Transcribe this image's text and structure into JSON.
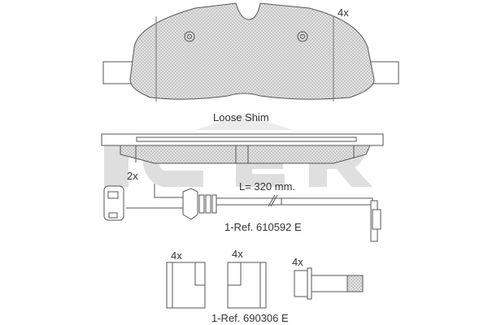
{
  "watermark": {
    "text": "ICER",
    "color": "#d6d6d6"
  },
  "pad": {
    "quantity": "4x"
  },
  "shim": {
    "label": "Loose Shim"
  },
  "sensor": {
    "quantity": "2x",
    "length": "L= 320 mm.",
    "reference": "1-Ref. 610592 E"
  },
  "accessories": {
    "clip_a_quantity": "4x",
    "clip_b_quantity": "4x",
    "bolt_quantity": "4x",
    "reference": "1-Ref. 690306 E"
  },
  "colors": {
    "line": "#555555",
    "hatch": "#b8b8b8",
    "fill": "#e4e4e4"
  }
}
